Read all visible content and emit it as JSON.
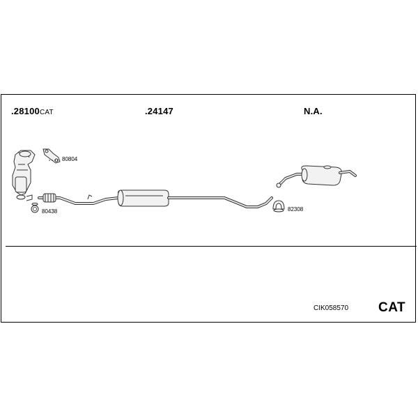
{
  "parts": {
    "catalyst_code": ".28100",
    "catalyst_suffix": "CAT",
    "middle_code": ".24147",
    "rear_code": "N.A.",
    "gasket_code": "80804",
    "clamp_front_code": "80438",
    "clamp_rear_code": "82308"
  },
  "footer": {
    "kit_code": "CIK058570",
    "type_label": "CAT"
  }
}
